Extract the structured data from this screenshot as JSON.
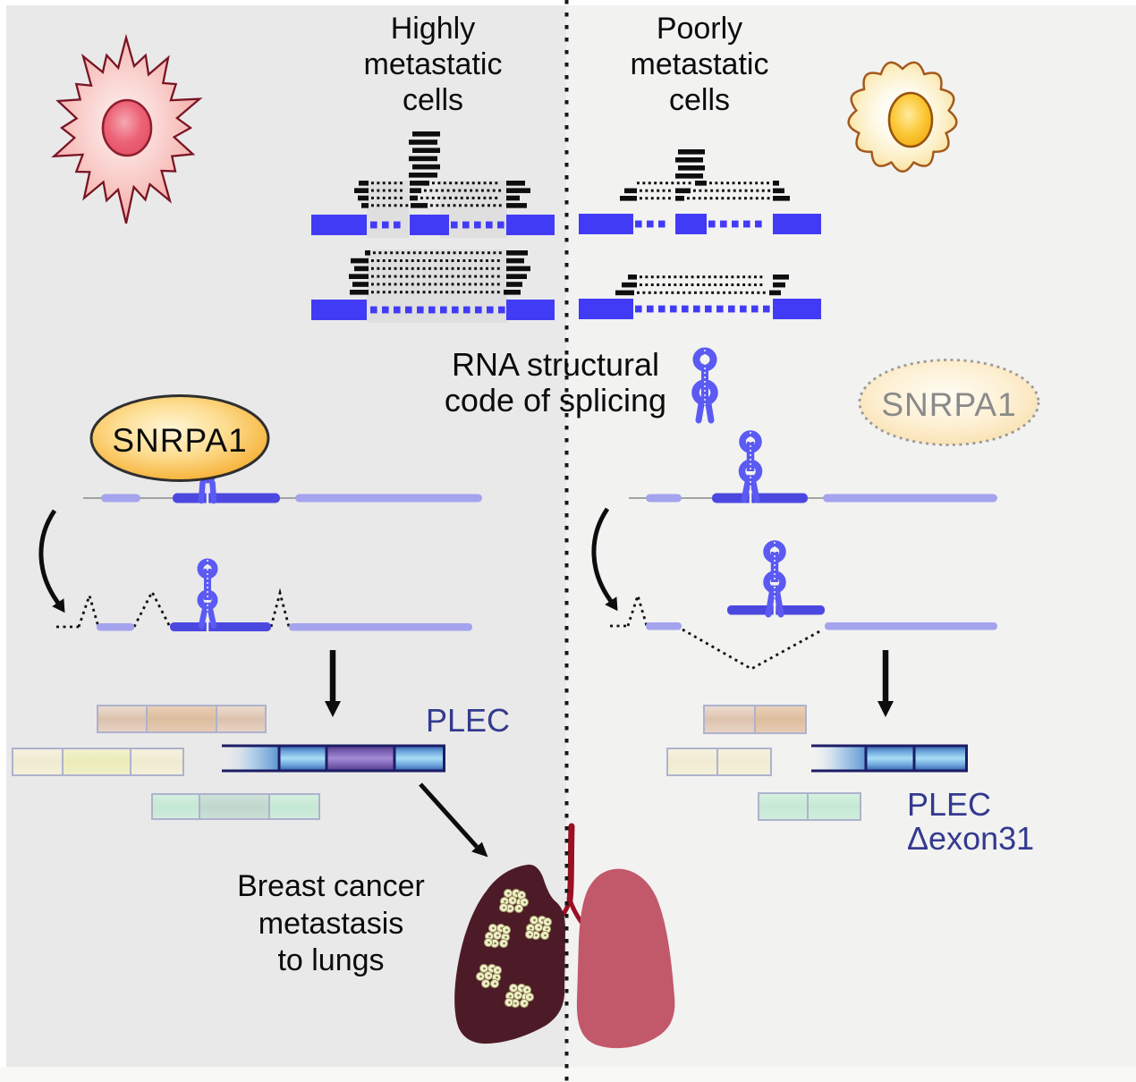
{
  "panels": {
    "left_header": {
      "lines": [
        "Highly",
        "metastatic",
        "cells"
      ]
    },
    "right_header": {
      "lines": [
        "Poorly",
        "metastatic",
        "cells"
      ]
    }
  },
  "center_caption": {
    "lines": [
      "RNA structural",
      "code of splicing"
    ]
  },
  "proteins": {
    "snrpa1_left": {
      "label": "SNRPA1"
    },
    "snrpa1_right": {
      "label": "SNRPA1"
    }
  },
  "isoforms": {
    "plec_full": {
      "label": "PLEC"
    },
    "plec_delta": {
      "lines": [
        "PLEC",
        "Δexon31"
      ]
    }
  },
  "bottom_caption": {
    "lines": [
      "Breast cancer",
      "metastasis",
      "to lungs"
    ]
  },
  "icons": {
    "left_cell": "spiky-metastatic-cell-icon",
    "right_cell": "smooth-cell-icon",
    "rna_hairpin": "rna-stem-loop-icon",
    "lungs": "lungs-icon"
  },
  "colors": {
    "bg_left": "#e9e9e9",
    "bg_right": "#f2f2f1",
    "edge_white": "#ffffff",
    "bottom_strip": "#f8f8f6",
    "divider": "#161616",
    "exon_blue": "#423bf5",
    "mrna_light": "#a3a3ee",
    "mrna_dark": "#4b48e0",
    "stem_blue": "#5b5af3",
    "read_black": "#0e0e0e",
    "highlight_gray": "#dfdfdf",
    "line_gray": "#8a8a8a",
    "plec_text": "#343a8e",
    "plec_outline": "#1d1d66",
    "lung_left": "#4d1b28",
    "lung_right": "#c2596b",
    "trachea": "#9b1022",
    "nodule_fill": "#f1eecb",
    "nodule_stroke": "#97935e",
    "cell_pink_outline": "#7a1424",
    "cell_yellow_outline": "#a3591c",
    "arrow_black": "#0d0d0d",
    "snrpa1_text_faded": "#8a8a8a"
  }
}
